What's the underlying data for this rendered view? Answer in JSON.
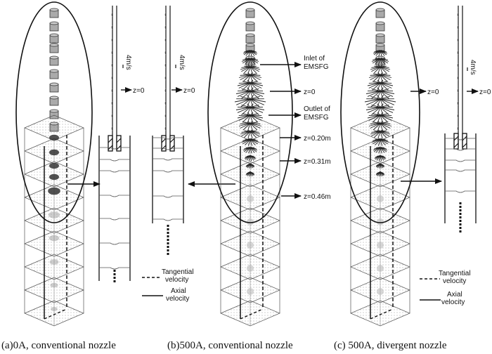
{
  "figure": {
    "panels": [
      {
        "id": "a",
        "caption": "(a)0A, conventional nozzle",
        "scale_label": "4m/s",
        "z0_label": "z=0",
        "legend": {
          "tangential": "Tangential",
          "tangential2": "velocity",
          "axial": "Axial",
          "axial2": "velocity"
        },
        "vectors": "weak"
      },
      {
        "id": "b",
        "caption": "(b)500A, conventional nozzle",
        "scale_label": "4m/s",
        "z0_label": "z=0",
        "annotations": {
          "inlet": "Inlet of",
          "inlet2": "EMSFG",
          "z0": "z=0",
          "outlet": "Outlet of",
          "outlet2": "EMSFG",
          "z020": "z=0.20m",
          "z031": "z=0.31m",
          "z046": "z=0.46m"
        },
        "vectors": "strong"
      },
      {
        "id": "c",
        "caption": "(c) 500A, divergent nozzle",
        "scale_label": "4m/s",
        "z0_label": "z=0",
        "z0_label2": "z=0",
        "legend": {
          "tangential": "Tangential",
          "tangential2": "velocity",
          "axial": "Axial",
          "axial2": "velocity"
        },
        "vectors": "strong"
      }
    ]
  }
}
